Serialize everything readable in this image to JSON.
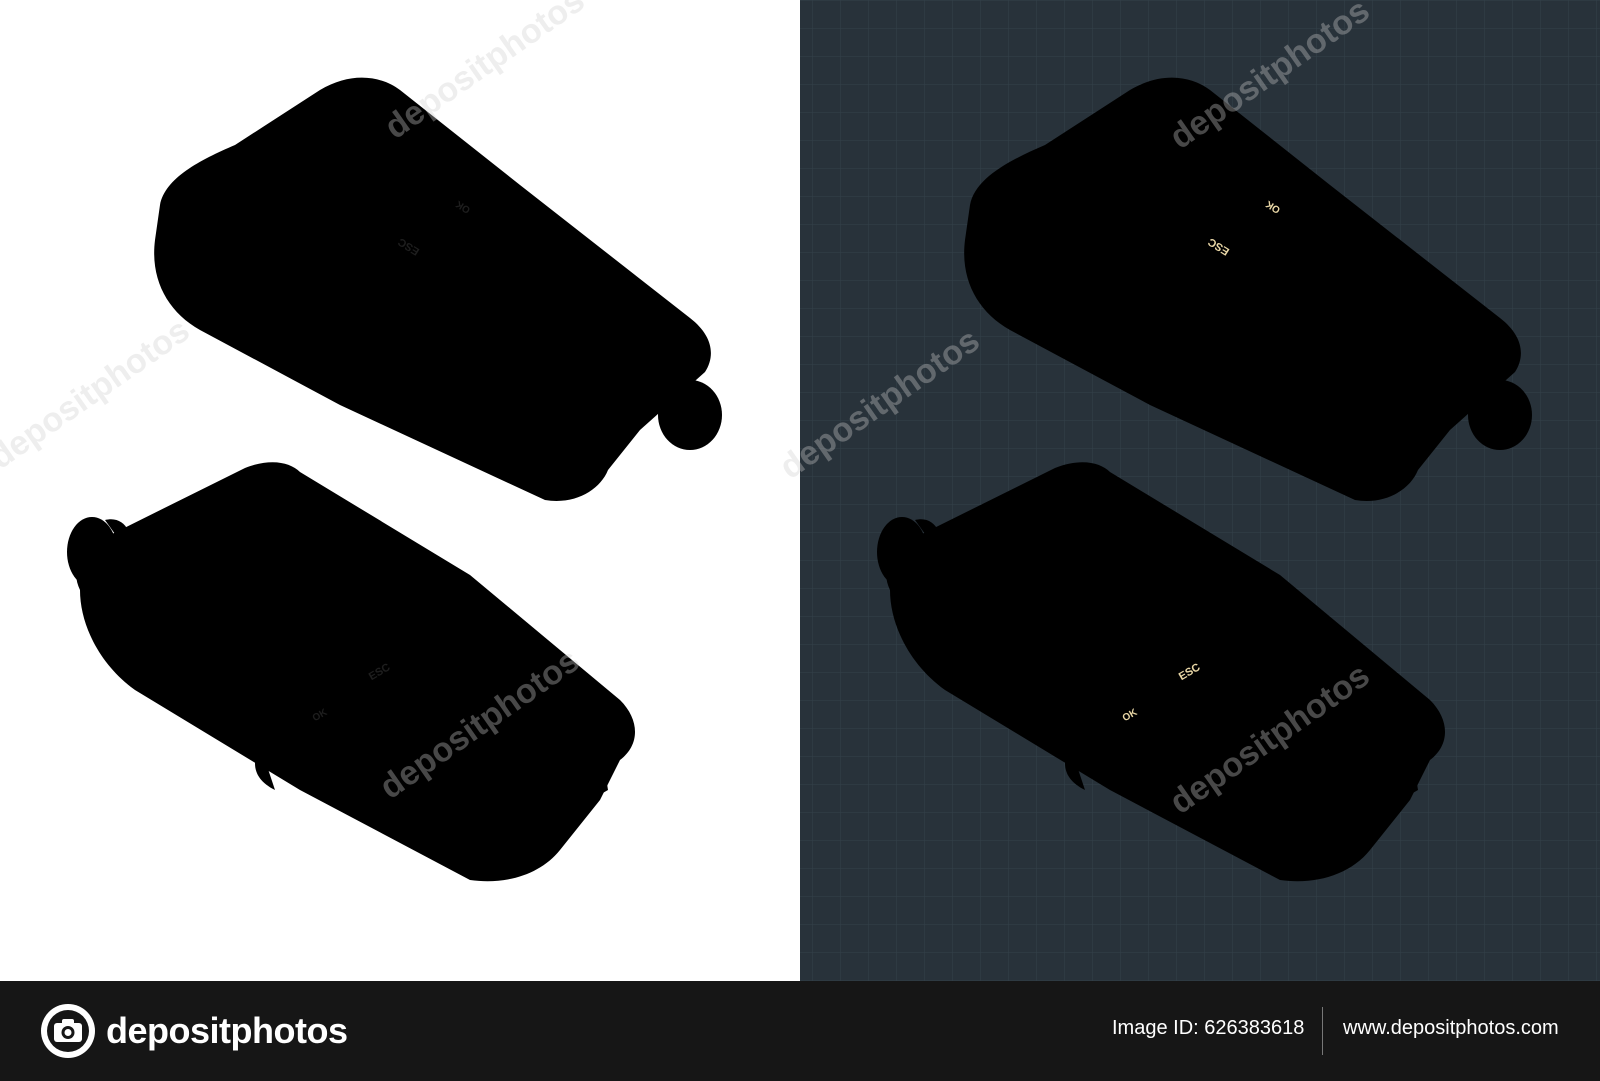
{
  "panels": {
    "light_bg": "#ffffff",
    "dark_bg": "#28323a",
    "grid_color": "#34414a",
    "light_stroke": "#1e1e1e",
    "dark_stroke": "#e9d7a6",
    "knob_fill_dark": "#e9d7a6"
  },
  "pendant": {
    "button_labels": {
      "ok": "OK",
      "esc": "ESC"
    },
    "arrow_icons": [
      "arrow-up-icon",
      "arrow-down-icon",
      "arrow-left-icon",
      "arrow-return-icon"
    ]
  },
  "watermark": {
    "text": "depositphotos"
  },
  "footer": {
    "brand": "depositphotos",
    "image_id": "Image ID: 626383618",
    "website": "www.depositphotos.com",
    "bg": "#161616"
  }
}
